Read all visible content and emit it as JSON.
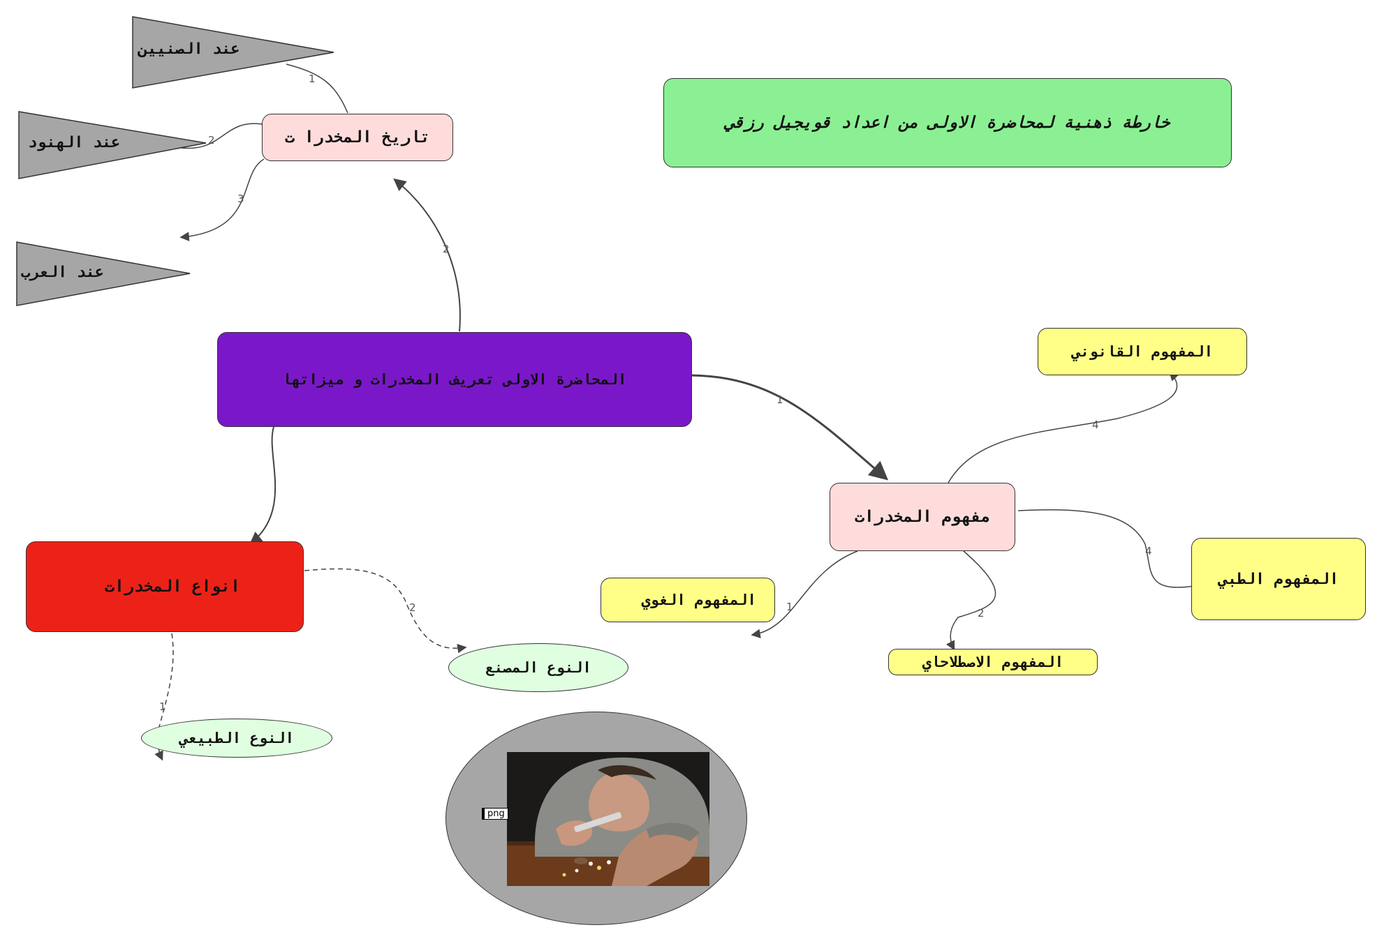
{
  "title_node": {
    "label": "خارطة ذهنية لمحاضرة الاولى من اعداد قويجيل رزقي",
    "color": "#8bf093"
  },
  "center_node": {
    "label": "المحاضرة الاولى تعريف المخدرات و ميزاتها",
    "color": "#7a18c9"
  },
  "history_node": {
    "label": "تاريخ المخدرا ت",
    "color": "#ffdcdc"
  },
  "history_children": [
    {
      "label": "عند الصنيين",
      "edge": "1"
    },
    {
      "label": "عند الهنود",
      "edge": "2"
    },
    {
      "label": "عند العرب",
      "edge": "3"
    }
  ],
  "concept_node": {
    "label": "مفهوم المخدرات",
    "color": "#ffdcdc"
  },
  "concept_children": [
    {
      "label": "المفهوم الغوي",
      "edge": "1"
    },
    {
      "label": "المفهوم الاصطلاحاي",
      "edge": "2"
    },
    {
      "label": "المفهوم الطبي",
      "edge": "4"
    },
    {
      "label": "المفهوم القانوني",
      "edge": "4"
    }
  ],
  "types_node": {
    "label": "انواع المخدرات",
    "color": "#ec2218"
  },
  "types_children": [
    {
      "label": "النوع الطبيعي",
      "edge": "1"
    },
    {
      "label": "النوع المصنع",
      "edge": "2"
    }
  ],
  "center_edges": {
    "to_concept": "1",
    "to_history": "2"
  },
  "image_node": {
    "tag": "png",
    "color": "#a6a6a6"
  },
  "colors": {
    "leaf_yellow": "#ffff88",
    "leaf_green": "#e0ffe0",
    "triangle_grey": "#a6a6a6"
  }
}
